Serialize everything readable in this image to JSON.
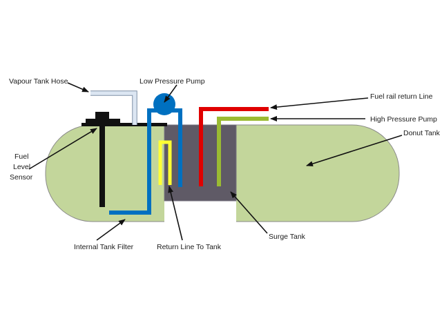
{
  "labels": {
    "vapour_tank_hose": "Vapour Tank Hose",
    "low_pressure_pump": "Low Pressure Pump",
    "fuel_rail_return_line": "Fuel rail return Line",
    "high_pressure_pump": "High Pressure Pump",
    "donut_tank": "Donut Tank",
    "fuel_level_sensor": [
      "Fuel",
      "Level",
      "Sensor"
    ],
    "internal_tank_filter": "Internal Tank Filter",
    "return_line_to_tank": "Return Line To Tank",
    "surge_tank": "Surge Tank"
  },
  "colors": {
    "tank_fill": "#c3d69b",
    "tank_stroke": "#8a8a8a",
    "surge_tank": "#5f5a66",
    "surge_tank_border": "#7a7682",
    "blue_line": "#0070c0",
    "red_line": "#e00000",
    "yellow_line": "#ffff33",
    "green_line": "#9bbb33",
    "vapour_hose": "#dce6f2",
    "sensor": "#111111",
    "arrow": "#111111"
  }
}
